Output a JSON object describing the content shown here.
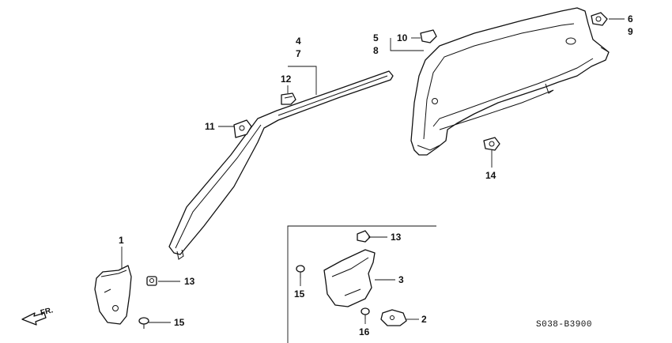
{
  "diagram": {
    "callouts": {
      "c1": "1",
      "c2": "2",
      "c3": "3",
      "c4": "4",
      "c5": "5",
      "c6": "6",
      "c7": "7",
      "c8": "8",
      "c9": "9",
      "c10": "10",
      "c11": "11",
      "c12": "12",
      "c13a": "13",
      "c13b": "13",
      "c14": "14",
      "c15a": "15",
      "c15b": "15",
      "c16": "16"
    },
    "direction_label": "FR.",
    "diagram_code": "S038-B3900"
  }
}
